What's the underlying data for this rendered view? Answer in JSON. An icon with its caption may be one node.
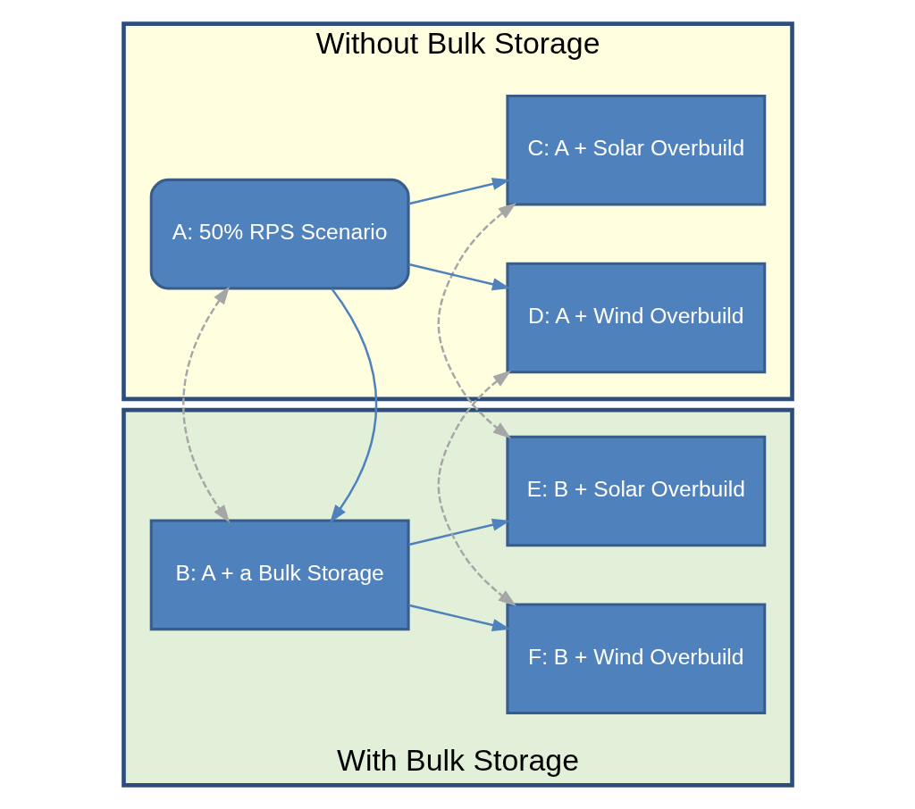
{
  "diagram": {
    "nodes": [
      {
        "text": [
          "Without Bulk Storage"
        ]
      },
      {
        "text": [
          "A: 50% RPS Scenario"
        ],
        "in": 0
      },
      {
        "text": [
          "C: A + Solar Overbuild"
        ],
        "in": 0
      },
      {
        "text": [
          "D: A + Wind Overbuild"
        ],
        "in": 0
      },
      {
        "text": [
          "With Bulk Storage"
        ]
      },
      {
        "text": [
          "B: A + a Bulk Storage"
        ],
        "in": 4
      },
      {
        "text": [
          "E: B + Solar Overbuild"
        ],
        "in": 4
      },
      {
        "text": [
          "F: B + Wind Overbuild"
        ],
        "in": 4
      }
    ],
    "edges": [
      {
        "from": 1,
        "to": 2,
        "arrow": "to"
      },
      {
        "from": 1,
        "to": 3,
        "arrow": "to"
      },
      {
        "from": 1,
        "to": 5,
        "arrow": "to"
      },
      {
        "from": 5,
        "to": 6,
        "arrow": "to"
      },
      {
        "from": 5,
        "to": 7,
        "arrow": "to"
      },
      {
        "from": 1,
        "to": 5,
        "arrow": "both",
        "style": "dashed",
        "color": "#a6a6a6"
      },
      {
        "from": 2,
        "to": 6,
        "arrow": "both",
        "style": "dashed",
        "color": "#a6a6a6"
      },
      {
        "from": 3,
        "to": 7,
        "arrow": "both",
        "style": "dashed",
        "color": "#a6a6a6"
      }
    ]
  }
}
